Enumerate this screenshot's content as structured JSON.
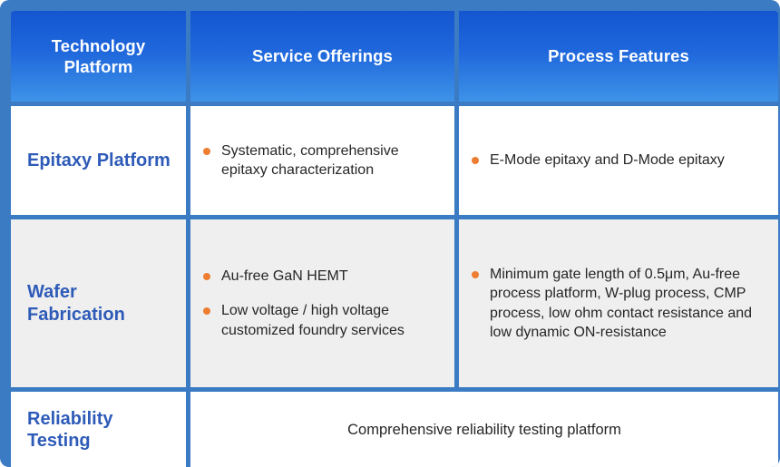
{
  "table": {
    "accent_border_color": "#3b7bc4",
    "header_gradient_top": "#1456d0",
    "header_gradient_bottom": "#3e93e8",
    "platform_text_color": "#2e5bb8",
    "bullet_color": "#ed7d31",
    "shaded_row_color": "#efefef",
    "headers": {
      "platform": "Technology Platform",
      "service": "Service Offerings",
      "process": "Process Features"
    },
    "rows": [
      {
        "platform": "Epitaxy Platform",
        "service_bullets": [
          "Systematic, comprehensive epitaxy characterization"
        ],
        "process_bullets": [
          "E-Mode epitaxy  and D-Mode epitaxy"
        ]
      },
      {
        "platform": "Wafer Fabrication",
        "service_bullets": [
          "Au-free GaN HEMT",
          "Low voltage / high voltage customized foundry services"
        ],
        "process_bullets": [
          "Minimum gate length of 0.5μm, Au-free process platform, W-plug process, CMP process, low ohm contact resistance and low dynamic ON-resistance"
        ]
      },
      {
        "platform": "Reliability Testing",
        "summary": "Comprehensive reliability testing platform"
      }
    ]
  }
}
